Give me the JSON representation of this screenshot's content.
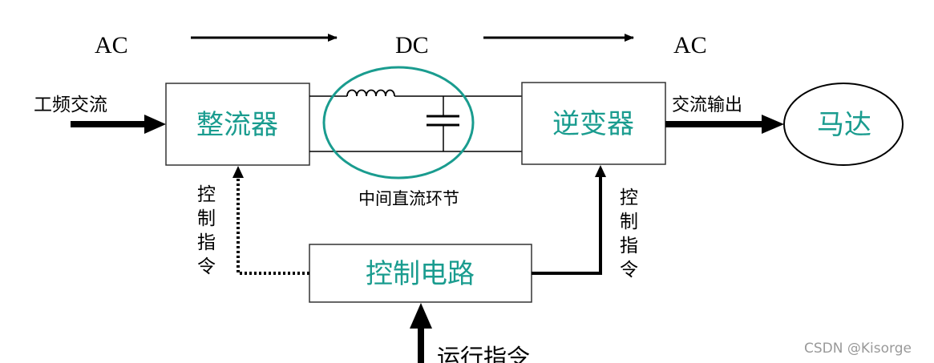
{
  "top_labels": {
    "ac_left": "AC",
    "dc": "DC",
    "ac_right": "AC"
  },
  "input_label": "工频交流",
  "rectifier": {
    "label": "整流器"
  },
  "dc_link": {
    "label": "中间直流环节"
  },
  "inverter": {
    "label": "逆变器"
  },
  "output_label": "交流输出",
  "motor": {
    "label": "马达"
  },
  "control_circuit": {
    "label": "控制电路"
  },
  "control_cmd_left": [
    "控",
    "制",
    "指",
    "令"
  ],
  "control_cmd_right": [
    "控",
    "制",
    "指",
    "令"
  ],
  "run_command": {
    "label": "运行指令"
  },
  "watermark": "CSDN @Kisorge",
  "colors": {
    "accent": "#1a9c8f",
    "line": "#000000",
    "box_border": "#333333"
  }
}
